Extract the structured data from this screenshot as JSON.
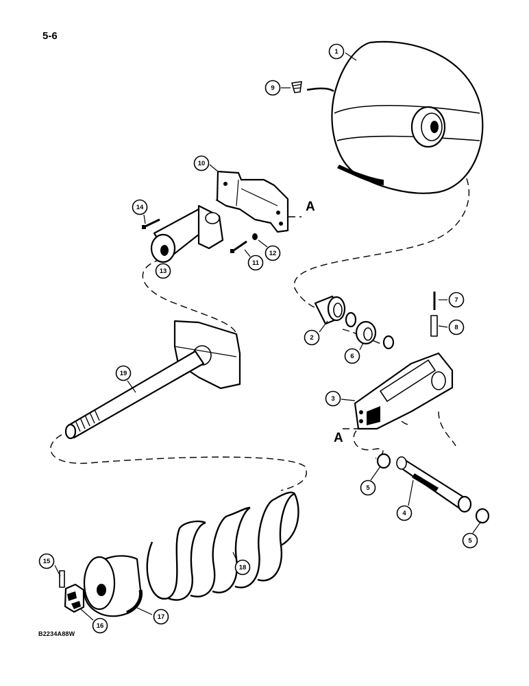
{
  "page_number": "5-6",
  "figure_code": "B2234A88W",
  "reference_letter": "A",
  "callouts": [
    "1",
    "2",
    "3",
    "4",
    "5",
    "5",
    "6",
    "7",
    "8",
    "9",
    "10",
    "11",
    "12",
    "13",
    "14",
    "15",
    "16",
    "17",
    "18",
    "19"
  ]
}
